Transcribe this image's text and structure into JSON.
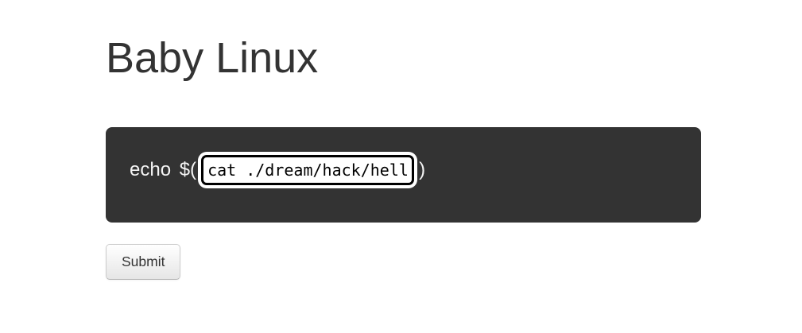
{
  "page": {
    "title": "Baby Linux"
  },
  "terminal": {
    "prefix": "echo $(",
    "suffix": ")",
    "input": {
      "value": "cat ./dream/hack/hell"
    }
  },
  "actions": {
    "submit_label": "Submit"
  },
  "colors": {
    "page_bg": "#ffffff",
    "heading_text": "#333333",
    "terminal_bg": "#333333",
    "terminal_text": "#f5f5f5",
    "input_bg": "#ffffff",
    "input_text": "#000000",
    "input_border": "#000000",
    "input_focus_ring": "#ffffff",
    "button_bg_top": "#ffffff",
    "button_bg_bottom": "#e6e6e6",
    "button_border": "#cccccc",
    "button_text": "#333333"
  }
}
